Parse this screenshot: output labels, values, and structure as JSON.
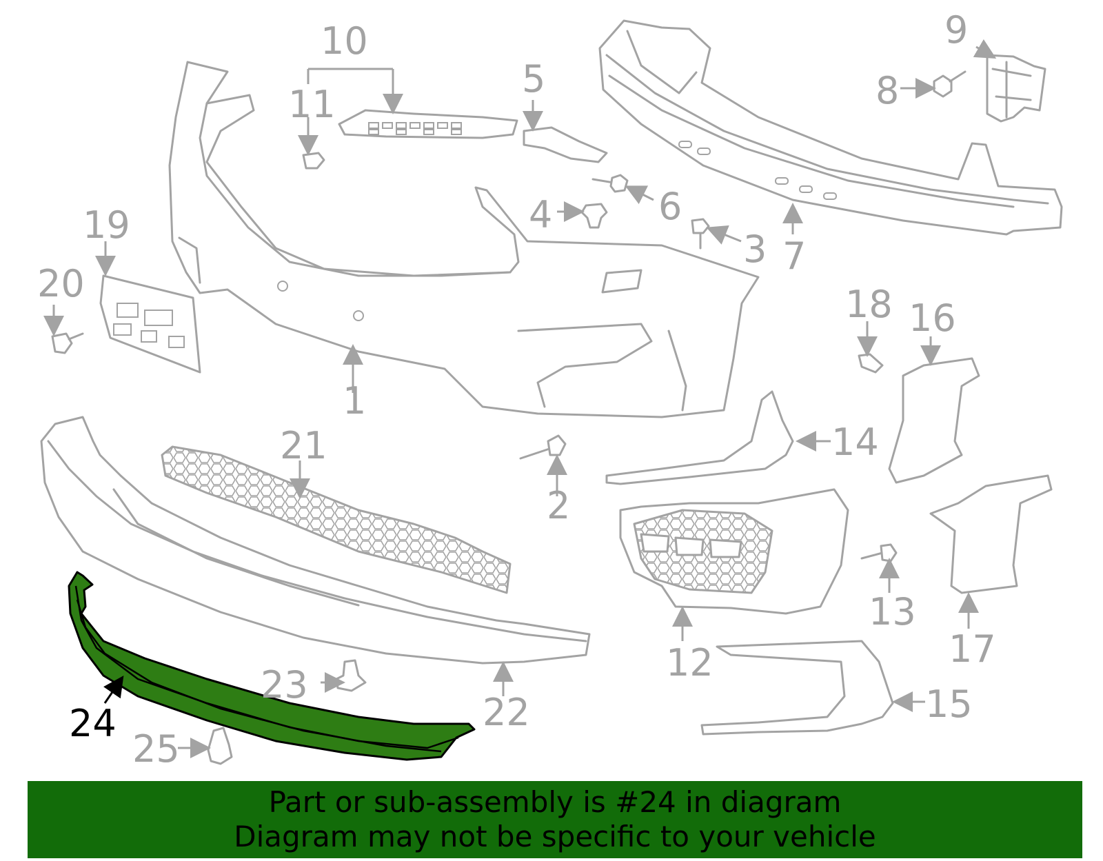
{
  "callouts": [
    "1",
    "2",
    "3",
    "4",
    "5",
    "6",
    "7",
    "8",
    "9",
    "10",
    "11",
    "12",
    "13",
    "14",
    "15",
    "16",
    "17",
    "18",
    "19",
    "20",
    "21",
    "22",
    "23",
    "24",
    "25"
  ],
  "highlighted_part": "24",
  "colors": {
    "line_art": "#a3a3a3",
    "highlight_fill": "#2e7d14",
    "banner_background": "#126c09",
    "banner_text": "#000000"
  },
  "banner": {
    "line1": "Part or sub-assembly is #24 in diagram",
    "line2": "Diagram may not be specific to your vehicle"
  }
}
